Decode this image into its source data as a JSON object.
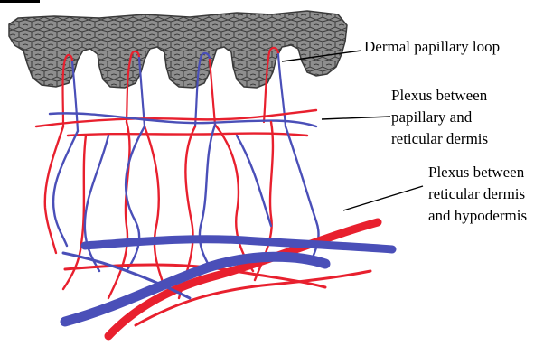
{
  "labels": {
    "papillary_loop": "Dermal papillary loop",
    "plexus_upper": [
      "Plexus between",
      "papillary and",
      "reticular dermis"
    ],
    "plexus_lower": [
      "Plexus between",
      "reticular dermis",
      "and hypodermis"
    ]
  },
  "colors": {
    "artery": "#e8202e",
    "vein": "#4a4fb8",
    "epidermis_fill": "#8c8c8c",
    "epidermis_stroke": "#3a3a3a",
    "leader_line": "#000000"
  }
}
